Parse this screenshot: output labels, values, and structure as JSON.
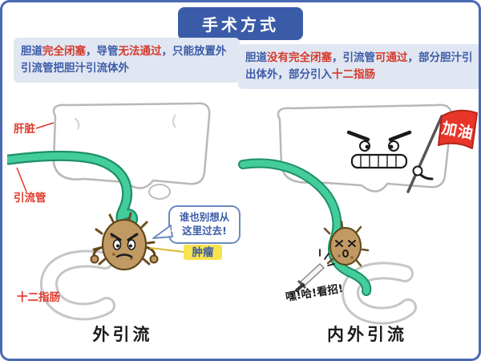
{
  "title": "手术方式",
  "colors": {
    "border": "#4a6ab3",
    "title_bg": "#3a5ca8",
    "box_bg": "#e0e6f2",
    "text_blue": "#3c5ca8",
    "emphasis_red": "#d43a2c",
    "label_red": "#e2382a",
    "tube_green": "#43cd9b",
    "tumor_brown": "#c09a62",
    "flag_red": "#e8352a",
    "highlight_yellow": "#f7e34d"
  },
  "left_panel": {
    "description_segments": [
      {
        "text": "胆道",
        "emphasis": false
      },
      {
        "text": "完全闭塞",
        "emphasis": true
      },
      {
        "text": "，导管",
        "emphasis": false
      },
      {
        "text": "无法通过",
        "emphasis": true
      },
      {
        "text": "，只能放置外引流管把胆汁引流体外",
        "emphasis": false
      }
    ],
    "labels": {
      "liver": "肝脏",
      "drain_tube": "引流管",
      "duodenum": "十二指肠",
      "tumor": "肿瘤"
    },
    "speech_line1": "谁也别想从",
    "speech_line2": "这里过去!",
    "caption": "外引流"
  },
  "right_panel": {
    "description_segments": [
      {
        "text": "胆道",
        "emphasis": false
      },
      {
        "text": "没有完全闭塞",
        "emphasis": true
      },
      {
        "text": "，引流管",
        "emphasis": false
      },
      {
        "text": "可通过",
        "emphasis": true
      },
      {
        "text": "，部分胆汁引出体外，部分引入",
        "emphasis": false
      },
      {
        "text": "十二指肠",
        "emphasis": true
      }
    ],
    "flag_text": "加油",
    "fight_text": "嘿!哈!看招!",
    "caption": "内外引流"
  }
}
